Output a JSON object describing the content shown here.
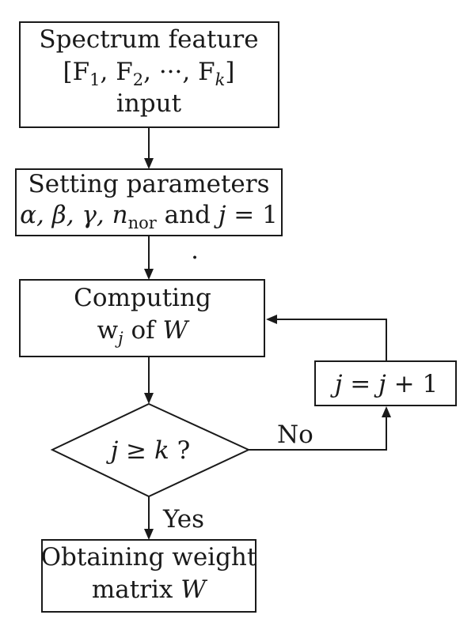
{
  "nodes": {
    "input": {
      "line1": "Spectrum feature",
      "line2": {
        "open": "[F",
        "sub1": "1",
        "mid1": ", F",
        "sub2": "2",
        "mid2": ", ···, F",
        "sub3": "k",
        "close": "]"
      },
      "line3": "input"
    },
    "setting": {
      "line1": "Setting parameters",
      "line2": {
        "greek": "α, β, γ, n",
        "sub": "nor",
        "and": " and ",
        "j": "j",
        "eq": " = 1"
      }
    },
    "computing": {
      "line1": "Computing",
      "line2": {
        "w": "w",
        "sub": "j",
        "of": " of ",
        "W": "W"
      }
    },
    "increment": {
      "j1": "j",
      "eq": " = ",
      "j2": "j",
      "plus": " + 1"
    },
    "decision": {
      "j": "j",
      "ge": " ≥ ",
      "k": "k",
      "q": " ?"
    },
    "output": {
      "line1": "Obtaining weight",
      "line2": {
        "text": "matrix ",
        "W": "W"
      }
    }
  },
  "edges": {
    "no_label": "No",
    "yes_label": "Yes"
  },
  "stray_mark": "."
}
